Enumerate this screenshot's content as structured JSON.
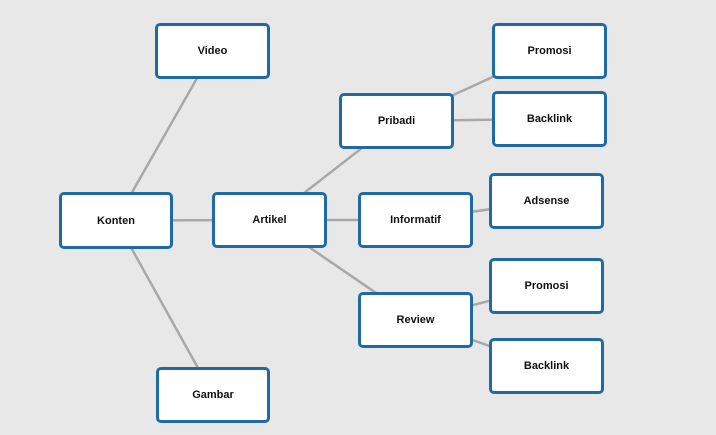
{
  "colors": {
    "background": "#e8e8e8",
    "node_border": "#1f6aa5",
    "node_fill": "#ffffff",
    "edge": "#a8a8a8",
    "text": "#111111"
  },
  "nodes": {
    "konten": "Konten",
    "video": "Video",
    "gambar": "Gambar",
    "artikel": "Artikel",
    "pribadi": "Pribadi",
    "informatif": "Informatif",
    "review": "Review",
    "pribadi_promosi": "Promosi",
    "pribadi_backlink": "Backlink",
    "informatif_adsense": "Adsense",
    "review_promosi": "Promosi",
    "review_backlink": "Backlink"
  },
  "edges": [
    [
      "konten",
      "video"
    ],
    [
      "konten",
      "gambar"
    ],
    [
      "konten",
      "artikel"
    ],
    [
      "artikel",
      "pribadi"
    ],
    [
      "artikel",
      "informatif"
    ],
    [
      "artikel",
      "review"
    ],
    [
      "pribadi",
      "pribadi_promosi"
    ],
    [
      "pribadi",
      "pribadi_backlink"
    ],
    [
      "informatif",
      "informatif_adsense"
    ],
    [
      "review",
      "review_promosi"
    ],
    [
      "review",
      "review_backlink"
    ]
  ]
}
